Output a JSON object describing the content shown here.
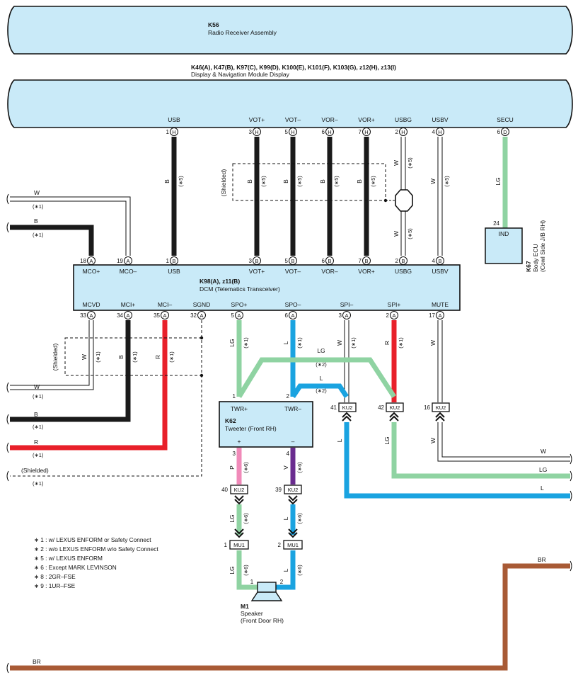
{
  "colors": {
    "box_fill": "#c9eaf8",
    "wire_black": "#1a1a1a",
    "wire_red": "#e8202a",
    "wire_green": "#8fd3a2",
    "wire_blue": "#1aa3e0",
    "wire_pink": "#f08ab9",
    "wire_violet": "#6a2c8f",
    "wire_brown": "#a85a35",
    "wire_white": "#ffffff"
  },
  "k56": {
    "code": "K56",
    "name": "Radio Receiver Assembly"
  },
  "display": {
    "code": "K46(A), K47(B), K97(C), K99(D), K100(E), K101(F), K103(G), z12(H), z13(I)",
    "name": "Display & Navigation Module Display"
  },
  "display_pins": [
    {
      "label": "USB",
      "num": "1",
      "conn": "H"
    },
    {
      "label": "VOT+",
      "num": "3",
      "conn": "H"
    },
    {
      "label": "VOT–",
      "num": "5",
      "conn": "H"
    },
    {
      "label": "VOR–",
      "num": "6",
      "conn": "H"
    },
    {
      "label": "VOR+",
      "num": "7",
      "conn": "H"
    },
    {
      "label": "USBG",
      "num": "2",
      "conn": "H"
    },
    {
      "label": "USBV",
      "num": "4",
      "conn": "H"
    },
    {
      "label": "SECU",
      "num": "6",
      "conn": "D"
    }
  ],
  "upper_wires": [
    {
      "color": "B",
      "note": "(∗5)"
    },
    {
      "color": "B",
      "note": "(∗5)"
    },
    {
      "color": "B",
      "note": "(∗5)"
    },
    {
      "color": "B",
      "note": "(∗5)"
    },
    {
      "color": "B",
      "note": "(∗5)"
    },
    {
      "color": "W",
      "note": "(∗5)"
    },
    {
      "color": "W",
      "note": "(∗5)"
    },
    {
      "color": "LG",
      "note": ""
    }
  ],
  "usbg_lower": {
    "color": "W",
    "note": "(∗5)"
  },
  "shielded_text": "(Shielded)",
  "k67": {
    "code": "K67",
    "name": "Body ECU",
    "detail": "(Cowl Side J/B RH)",
    "pin_num": "24",
    "pin_label": "IND"
  },
  "dcm": {
    "code": "K98(A), z11(B)",
    "name": "DCM (Telematics Transceiver)"
  },
  "dcm_top_pins": [
    {
      "label": "MCO+",
      "num": "18",
      "conn": "A"
    },
    {
      "label": "MCO–",
      "num": "19",
      "conn": "A"
    },
    {
      "label": "USB",
      "num": "1",
      "conn": "B"
    },
    {
      "label": "VOT+",
      "num": "3",
      "conn": "B"
    },
    {
      "label": "VOT–",
      "num": "5",
      "conn": "B"
    },
    {
      "label": "VOR–",
      "num": "6",
      "conn": "B"
    },
    {
      "label": "VOR+",
      "num": "7",
      "conn": "B"
    },
    {
      "label": "USBG",
      "num": "2",
      "conn": "B"
    },
    {
      "label": "USBV",
      "num": "4",
      "conn": "B"
    }
  ],
  "dcm_bottom_pins": [
    {
      "label": "MCVD",
      "num": "33",
      "conn": "A"
    },
    {
      "label": "MCI+",
      "num": "34",
      "conn": "A"
    },
    {
      "label": "MCI–",
      "num": "35",
      "conn": "A"
    },
    {
      "label": "SGND",
      "num": "32",
      "conn": "A"
    },
    {
      "label": "SPO+",
      "num": "5",
      "conn": "A"
    },
    {
      "label": "SPO–",
      "num": "6",
      "conn": "A"
    },
    {
      "label": "SPI–",
      "num": "3",
      "conn": "A"
    },
    {
      "label": "SPI+",
      "num": "2",
      "conn": "A"
    },
    {
      "label": "MUTE",
      "num": "17",
      "conn": "A"
    }
  ],
  "left_top_wires": [
    {
      "color": "W",
      "note": "(∗1)"
    },
    {
      "color": "B",
      "note": "(∗1)"
    }
  ],
  "left_bottom_wires": [
    {
      "color": "W",
      "note": "(∗1)"
    },
    {
      "color": "B",
      "note": "(∗1)"
    },
    {
      "color": "R",
      "note": "(∗1)"
    },
    {
      "color": "(Shielded)",
      "note": "(∗1)"
    }
  ],
  "dcm_lower_wires": [
    {
      "color": "W",
      "note": "(∗1)"
    },
    {
      "color": "B",
      "note": "(∗1)"
    },
    {
      "color": "R",
      "note": "(∗1)"
    },
    {
      "color": "LG",
      "note": "(∗1)"
    },
    {
      "color": "L",
      "note": "(∗1)"
    },
    {
      "color": "W",
      "note": "(∗1)"
    },
    {
      "color": "R",
      "note": "(∗1)"
    },
    {
      "color": "W",
      "note": ""
    }
  ],
  "cross_wires": [
    {
      "color": "LG",
      "note": "(∗2)"
    },
    {
      "color": "L",
      "note": "(∗2)"
    }
  ],
  "k62": {
    "code": "K62",
    "name": "Tweeter (Front RH)",
    "pin_labels": [
      "TWR+",
      "TWR–"
    ],
    "pin_nums": [
      "1",
      "2"
    ],
    "bottom_labels": [
      "+",
      "–"
    ],
    "bottom_nums": [
      "3",
      "4"
    ]
  },
  "ku2_connectors": [
    {
      "num": "41",
      "name": "KU2"
    },
    {
      "num": "42",
      "name": "KU2"
    },
    {
      "num": "16",
      "name": "KU2"
    },
    {
      "num": "40",
      "name": "KU2"
    },
    {
      "num": "39",
      "name": "KU2"
    }
  ],
  "ku2_lower_wires": [
    {
      "color": "L",
      "note": ""
    },
    {
      "color": "LG",
      "note": ""
    },
    {
      "color": "W",
      "note": ""
    }
  ],
  "right_out_wires": [
    {
      "color": "W"
    },
    {
      "color": "LG"
    },
    {
      "color": "L"
    }
  ],
  "tweeter_out_wires": [
    {
      "color": "P",
      "note": "(∗6)"
    },
    {
      "color": "V",
      "note": "(∗6)"
    }
  ],
  "mid_wires": [
    {
      "color": "LG",
      "note": "(∗6)"
    },
    {
      "color": "L",
      "note": "(∗6)"
    }
  ],
  "mu1_connectors": [
    {
      "num": "1",
      "name": "MU1"
    },
    {
      "num": "2",
      "name": "MU1"
    }
  ],
  "speaker_wires": [
    {
      "color": "LG",
      "note": "(∗6)"
    },
    {
      "color": "L",
      "note": "(∗6)"
    }
  ],
  "m1": {
    "code": "M1",
    "name": "Speaker",
    "detail": "(Front Door RH)",
    "pins": [
      "1",
      "2"
    ]
  },
  "br_wire": {
    "color_top": "BR",
    "color_bottom": "BR"
  },
  "notes": [
    "∗ 1 : w/ LEXUS ENFORM or Safety Connect",
    "∗ 2 : w/o LEXUS ENFORM w/o Safety Connect",
    "∗ 5 : w/ LEXUS ENFORM",
    "∗ 6 : Except MARK LEVINSON",
    "∗ 8 : 2GR–FSE",
    "∗ 9 : 1UR–FSE"
  ]
}
